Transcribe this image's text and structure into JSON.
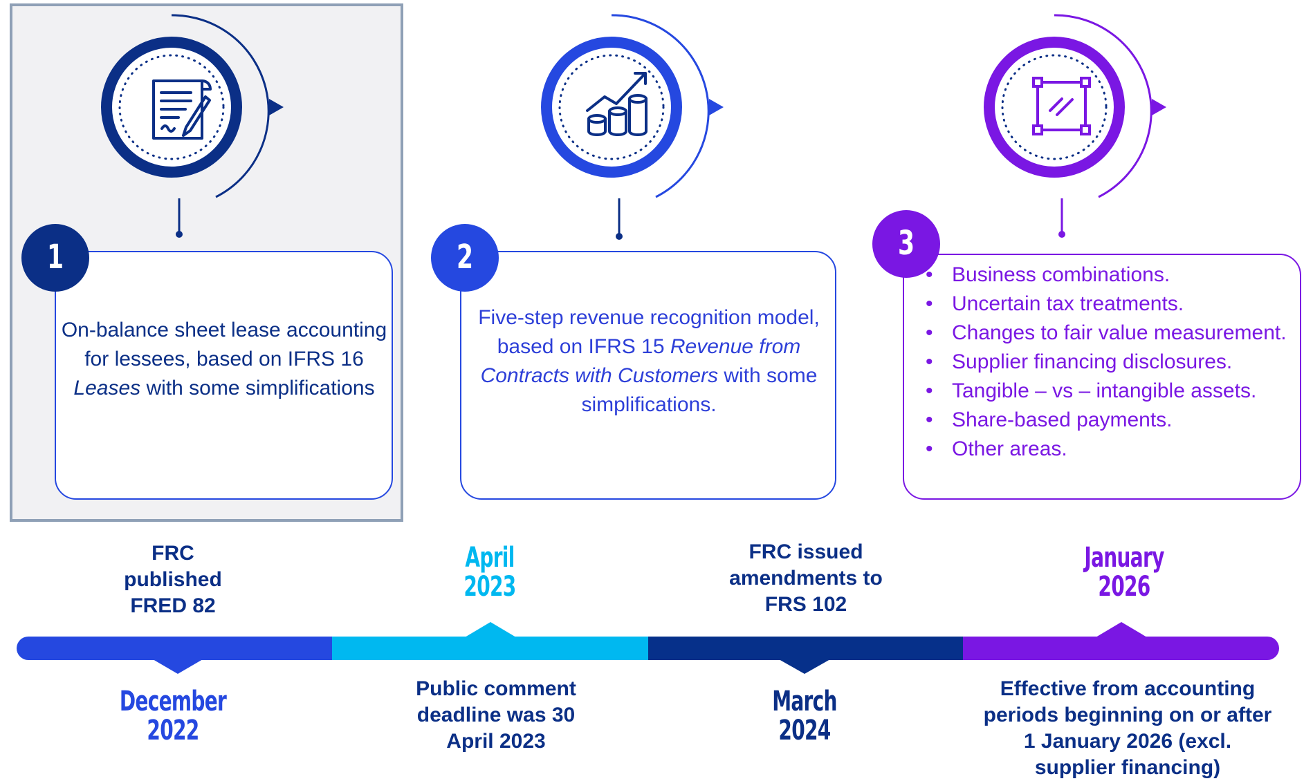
{
  "steps": [
    {
      "number": "1",
      "text_parts": [
        "On-balance sheet lease accounting for lessees, based on IFRS 16 ",
        "Leases",
        " with some simplifications"
      ],
      "icon": "document-signature-icon"
    },
    {
      "number": "2",
      "text_parts": [
        "Five-step revenue recognition model, based on IFRS 15 ",
        "Revenue from Contracts with Customers",
        " with some simplifications."
      ],
      "icon": "growth-coins-icon"
    },
    {
      "number": "3",
      "bullets": [
        "Business combinations.",
        "Uncertain tax treatments.",
        "Changes to fair value measurement.",
        "Supplier financing disclosures.",
        "Tangible – vs – intangible assets.",
        "Share-based payments.",
        "Other areas."
      ],
      "icon": "frame-measurement-icon"
    }
  ],
  "timeline": [
    {
      "event": "FRC published FRED 82",
      "date": "December 2022"
    },
    {
      "event": "Public comment deadline was 30 April 2023",
      "date": "April 2023"
    },
    {
      "event": "FRC issued amendments to FRS 102",
      "date": "March 2024"
    },
    {
      "event": "Effective from accounting periods beginning on or after 1 January 2026 (excl. supplier financing)",
      "date": "January 2026"
    }
  ],
  "colors": {
    "navy": "#0b2f86",
    "royal_blue": "#2548e0",
    "sky_blue": "#00b8f0",
    "dark_navy": "#06308a",
    "purple": "#7a17e3",
    "panel_gray": "#f1f1f3"
  }
}
